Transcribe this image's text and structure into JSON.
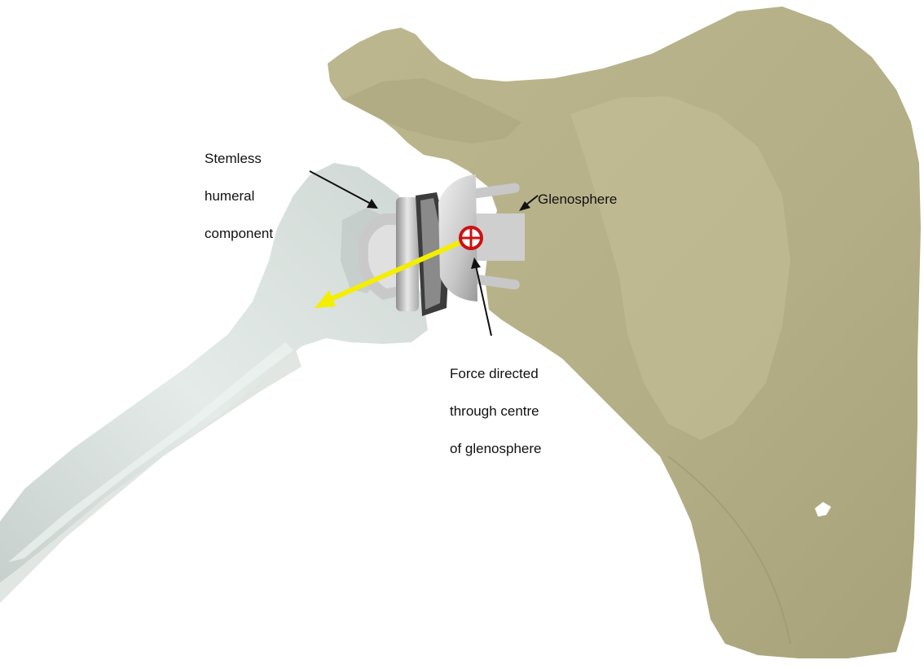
{
  "labels": {
    "humeral": [
      "Stemless",
      "humeral",
      "component"
    ],
    "glenosphere": "Glenosphere",
    "force": [
      "Force directed",
      "through centre",
      "of glenosphere"
    ]
  },
  "colors": {
    "scapula": "#b8b28a",
    "scapula_shade": "#9f9a72",
    "humerus": "#dfe6e3",
    "humerus_shade": "#c3ccc8",
    "implant_light": "#dedede",
    "implant_mid": "#b4b4b4",
    "implant_dark": "#4a4a4a",
    "force_arrow": "#f4ee00",
    "centre_marker": "#cc1111",
    "pointer": "#111111"
  },
  "icons": {
    "centre_marker": "circle-cross-marker",
    "force_arrow": "arrow-icon"
  }
}
